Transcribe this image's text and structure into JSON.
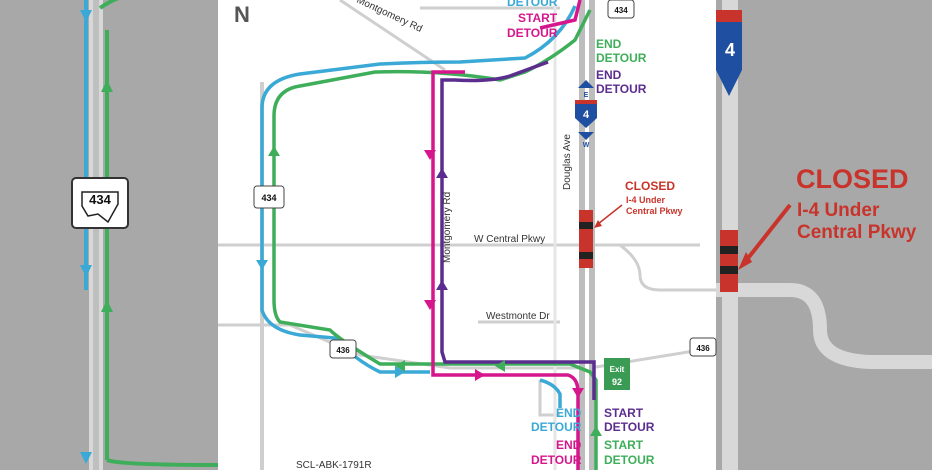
{
  "colors": {
    "start_detour_magenta": "#d5168c",
    "purple": "#5b2d8e",
    "green": "#3fae5a",
    "cyan": "#3aa9d6",
    "closed_red": "#c8342b",
    "road_gray": "#cfcfcf",
    "interstate_blue": "#1f4fa0"
  },
  "compass": "N",
  "roads": {
    "montgomery_top": "Montgomery Rd",
    "montgomery_vertical": "Montgomery Rd",
    "douglas": "Douglas Ave",
    "central_pkwy": "W Central Pkwy",
    "westmonte": "Westmonte Dr",
    "footer_code": "SCL-ABK-1791R"
  },
  "shields": {
    "sr434": "434",
    "sr436": "436",
    "i4": "4",
    "i4_east": "E",
    "i4_west": "W",
    "exit_word": "Exit",
    "exit_number": "92"
  },
  "labels": {
    "top_cyan": "DETOUR",
    "top_start_l1": "START",
    "top_start_l2": "DETOUR",
    "end_green_l1": "END",
    "end_green_l2": "DETOUR",
    "end_purple_l1": "END",
    "end_purple_l2": "DETOUR",
    "closed_l1": "CLOSED",
    "closed_l2": "I-4 Under",
    "closed_l3": "Central Pkwy",
    "bottom_end_cyan_l1": "END",
    "bottom_end_cyan_l2": "DETOUR",
    "bottom_end_mag_l1": "END",
    "bottom_end_mag_l2": "DETOUR",
    "bottom_start_purple_l1": "START",
    "bottom_start_purple_l2": "DETOUR",
    "bottom_start_green_l1": "START",
    "bottom_start_green_l2": "DETOUR"
  },
  "side_panels": {
    "left_shield": "434",
    "right_shield": "4",
    "right_closed_l1": "CLOSED",
    "right_closed_l2": "I-4 Under",
    "right_closed_l3": "Central Pkwy"
  }
}
